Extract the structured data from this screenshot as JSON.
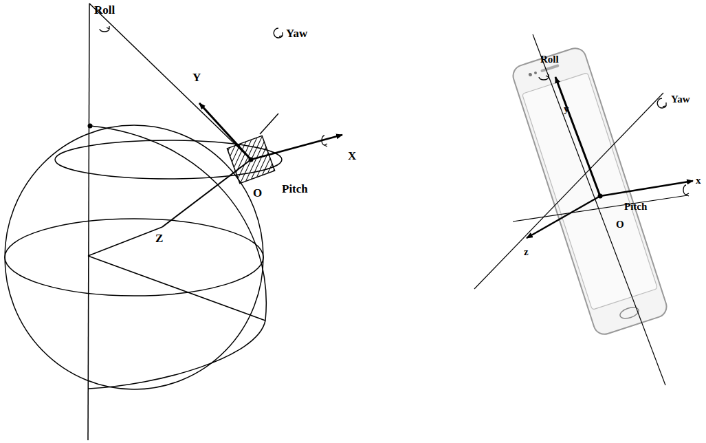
{
  "diagram": {
    "labels": [
      "Roll",
      "Y",
      "Yaw",
      "X",
      "Pitch",
      "O",
      "Z",
      "Roll",
      "y",
      "Yaw",
      "x",
      "Pitch",
      "O",
      "z"
    ]
  }
}
